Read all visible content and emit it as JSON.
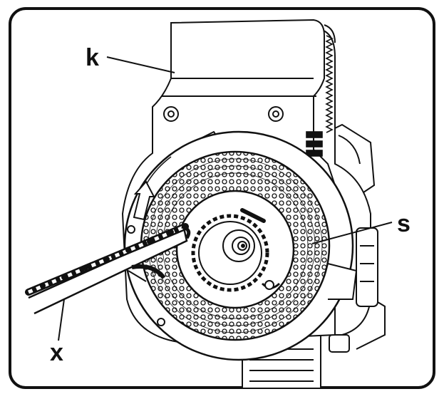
{
  "figure": {
    "labels": {
      "k": "k",
      "s": "s",
      "x": "x"
    },
    "parts": {
      "housing": "engine-housing-icon",
      "flywheel": "perforated-flywheel-icon",
      "hub": "toothed-hub-icon",
      "spring": "governor-spring-icon",
      "chain": "roller-chain-icon",
      "bar": "holding-bar-icon",
      "arrow": "rotation-arrow-icon"
    },
    "colors": {
      "ink": "#111111",
      "paper": "#ffffff"
    }
  }
}
